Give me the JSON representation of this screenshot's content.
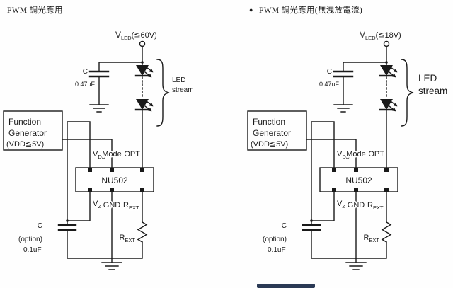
{
  "page": {
    "left_title": "PWM 調光應用",
    "right_title_bullet": "●",
    "right_title": "PWM 調光應用(無洩放電流)"
  },
  "colors": {
    "ic_fill": "#c9c9c9",
    "wire": "#1a1a1a",
    "banner": "#2b3a55"
  },
  "left": {
    "vled_base": "V",
    "vled_sub": "LED",
    "vled_spec": "(≦60V)",
    "cap_label": "C",
    "cap_value": "0.47uF",
    "stream_line1": "LED",
    "stream_line2": "stream",
    "fg_line1": "Function",
    "fg_line2": "Generator",
    "fg_line3": "(VDD≦5V)",
    "ic_label": "NU502",
    "pin_vdd_base": "V",
    "pin_vdd_sub": "DD",
    "pin_mode": "Mode",
    "pin_opt": "OPT",
    "pin_vz_base": "V",
    "pin_vz_sub": "Z",
    "pin_gnd": "GND",
    "pin_rext_base": "R",
    "pin_rext_sub": "EXT",
    "cap2_label": "C",
    "cap2_option": "(option)",
    "cap2_value": "0.1uF",
    "rext_base": "R",
    "rext_sub": "EXT"
  },
  "right": {
    "vled_base": "V",
    "vled_sub": "LED",
    "vled_spec": "(≦18V)",
    "cap_label": "C",
    "cap_value": "0.47uF",
    "stream_line1": "LED",
    "stream_line2": "stream",
    "fg_line1": "Function",
    "fg_line2": "Generator",
    "fg_line3": "(VDD≦5V)",
    "ic_label": "NU502",
    "pin_vdd_base": "V",
    "pin_vdd_sub": "DD",
    "pin_mode": "Mode",
    "pin_opt": "OPT",
    "pin_vz_base": "V",
    "pin_vz_sub": "Z",
    "pin_gnd": "GND",
    "pin_rext_base": "R",
    "pin_rext_sub": "EXT",
    "cap2_label": "C",
    "cap2_option": "(option)",
    "cap2_value": "0.1uF",
    "rext_base": "R",
    "rext_sub": "EXT"
  }
}
